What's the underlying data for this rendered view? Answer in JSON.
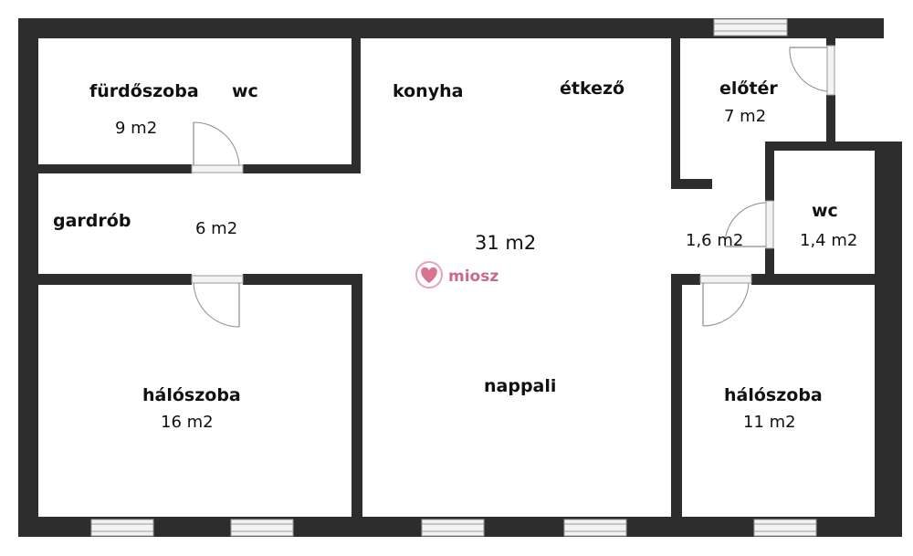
{
  "rooms": {
    "furdoszoba": {
      "name": "fürdőszoba",
      "area": "9 m2"
    },
    "wc_upper": {
      "name": "wc"
    },
    "konyha": {
      "name": "konyha"
    },
    "etkezo": {
      "name": "étkező"
    },
    "eloter": {
      "name": "előtér",
      "area": "7 m2"
    },
    "gardrob": {
      "name": "gardrób",
      "area": "6 m2"
    },
    "main_area": "31 m2",
    "hall_area": "1,6 m2",
    "wc_right": {
      "name": "wc",
      "area": "1,4 m2"
    },
    "halo_left": {
      "name": "hálószoba",
      "area": "16 m2"
    },
    "nappali": {
      "name": "nappali"
    },
    "halo_right": {
      "name": "hálószoba",
      "area": "11 m2"
    }
  },
  "watermark": {
    "text": "miosz"
  },
  "colors": {
    "wall": "#2d2d2d",
    "watermark": "#c96a86"
  }
}
